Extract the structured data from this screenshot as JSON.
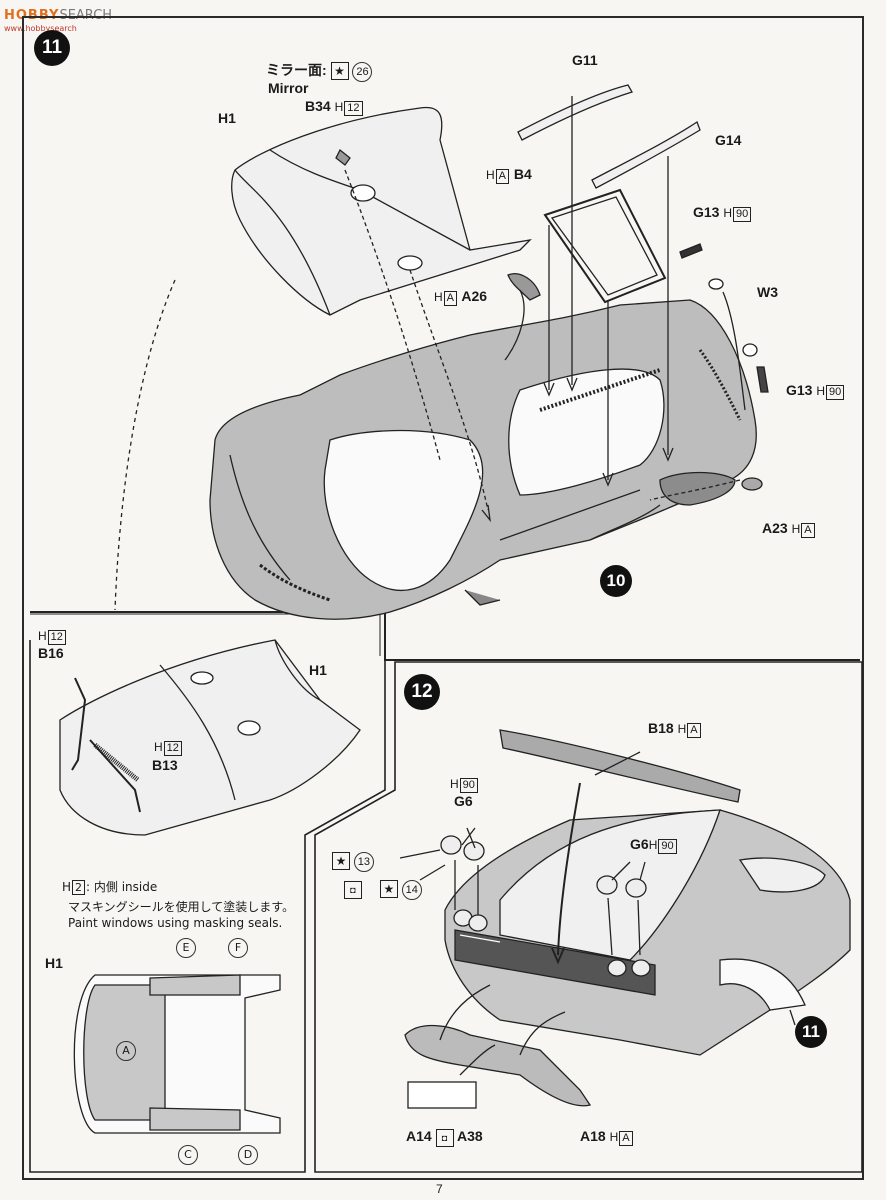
{
  "watermark": {
    "brand": "HOBBY",
    "suffix": "SEARCH",
    "sub": "www.hobbysearch"
  },
  "page_number": "7",
  "step11": {
    "badge": "11",
    "mirror_jp": "ミラー面:",
    "mirror_circle": "26",
    "mirror_en": "Mirror",
    "labels": {
      "H1": "H1",
      "B34": "B34",
      "B34_h": "H",
      "B34_box": "12",
      "G11": "G11",
      "G14": "G14",
      "B4": "B4",
      "B4_h": "H",
      "B4_box": "A",
      "G13a": "G13",
      "G13a_h": "H",
      "G13a_box": "90",
      "A26": "A26",
      "A26_h": "H",
      "A26_box": "A",
      "W3": "W3",
      "G13b": "G13",
      "G13b_h": "H",
      "G13b_box": "90",
      "A23": "A23",
      "A23_h": "H",
      "A23_box": "A"
    },
    "ref_badge": "10"
  },
  "detail": {
    "B16_h": "H",
    "B16_box": "12",
    "B16": "B16",
    "H1": "H1",
    "B13_h": "H",
    "B13_box": "12",
    "B13": "B13"
  },
  "note": {
    "h_box": "2",
    "h_prefix": "H",
    "inside": ": 内側 inside",
    "jp": "マスキングシールを使用して塗装します。",
    "en": "Paint windows using masking seals.",
    "title": "H1",
    "markers": [
      "A",
      "C",
      "D",
      "E",
      "F"
    ]
  },
  "step12": {
    "badge": "12",
    "ref_badge": "11",
    "labels": {
      "B18": "B18",
      "B18_h": "H",
      "B18_box": "A",
      "G6a": "G6",
      "G6a_h": "H",
      "G6a_box": "90",
      "G6b": "G6",
      "G6b_h": "H",
      "G6b_box": "90",
      "paint13": "13",
      "paint14": "14",
      "A14": "A14",
      "A38": "A38",
      "A18": "A18",
      "A18_h": "H",
      "A18_box": "A"
    }
  }
}
